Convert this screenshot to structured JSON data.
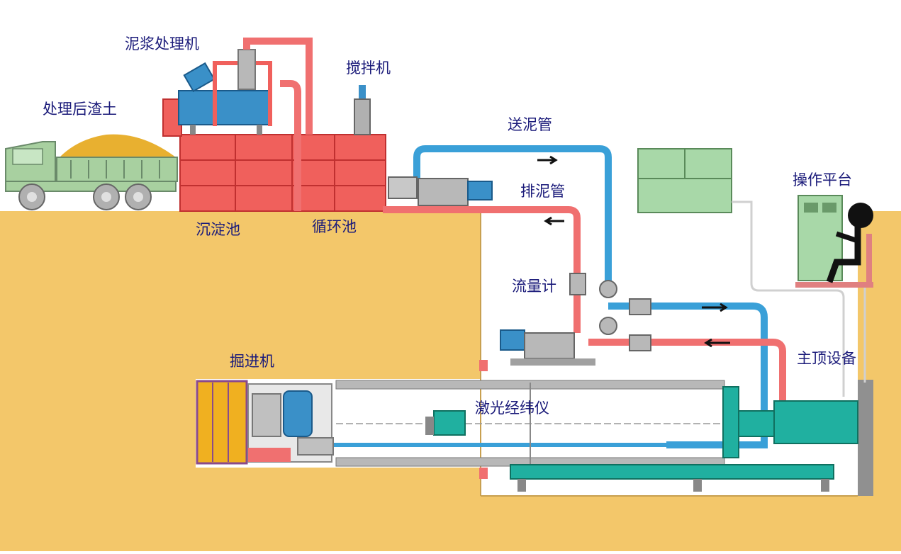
{
  "labels": {
    "slurry_processor": "泥浆处理机",
    "treated_soil": "处理后渣土",
    "mixer": "搅拌机",
    "feed_pipe": "送泥管",
    "discharge_pipe": "排泥管",
    "operation_platform": "操作平台",
    "sedimentation_tank": "沉淀池",
    "circulation_tank": "循环池",
    "flow_meter": "流量计",
    "tunnel_boring_machine": "掘进机",
    "main_jacking_equipment": "主顶设备",
    "laser_theodolite": "激光经纬仪"
  },
  "colors": {
    "soil": "#f3c76a",
    "shaft": "#ffffff",
    "tank_red": "#f0605c",
    "pipe_red": "#f07070",
    "pipe_blue": "#3aa0d8",
    "equipment_green": "#a8d8a8",
    "machine_blue": "#3a90c8",
    "jack_teal": "#20b0a0",
    "truck_green": "#a8d0a0",
    "gravel": "#e8b030",
    "label_text": "#1b1b7a"
  }
}
